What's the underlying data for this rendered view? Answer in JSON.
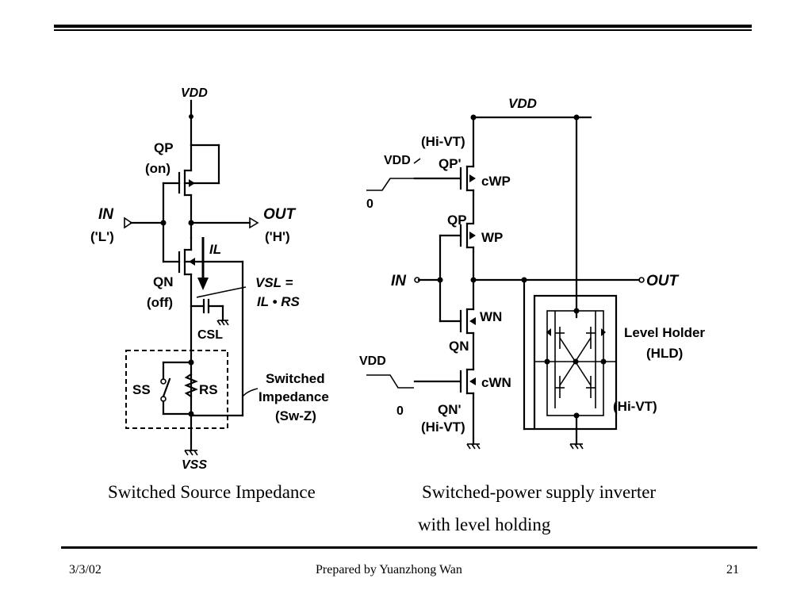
{
  "left_circuit": {
    "vdd": "VDD",
    "qp": "QP",
    "qp_state": "(on)",
    "in": "IN",
    "in_level": "('L')",
    "out": "OUT",
    "out_level": "('H')",
    "il": "IL",
    "qn": "QN",
    "qn_state": "(off)",
    "vsl_1": "VSL =",
    "vsl_2": "IL • RS",
    "csl": "CSL",
    "ss": "SS",
    "rs": "RS",
    "sw_1": "Switched",
    "sw_2": "Impedance",
    "sw_3": "(Sw-Z)",
    "vss": "VSS"
  },
  "right_circuit": {
    "vdd_top": "VDD",
    "hivt_top": "(Hi-VT)",
    "vdd_in_top": "VDD",
    "zero_top": "0",
    "qp_prime": "QP'",
    "cwp": "cWP",
    "qp": "QP",
    "wp": "WP",
    "in": "IN",
    "out": "OUT",
    "wn": "WN",
    "qn": "QN",
    "vdd_in_bottom": "VDD",
    "zero_bottom": "0",
    "cwn": "cWN",
    "qn_prime": "QN'",
    "hivt_bottom": "(Hi-VT)",
    "level_holder_1": "Level Holder",
    "level_holder_2": "(HLD)",
    "hld_hivt": "(Hi-VT)"
  },
  "captions": {
    "left": "Switched Source Impedance",
    "right_1": "Switched-power supply inverter",
    "right_2": "with level holding"
  },
  "footer": {
    "date": "3/3/02",
    "author": "Prepared by Yuanzhong Wan",
    "page": "21"
  }
}
